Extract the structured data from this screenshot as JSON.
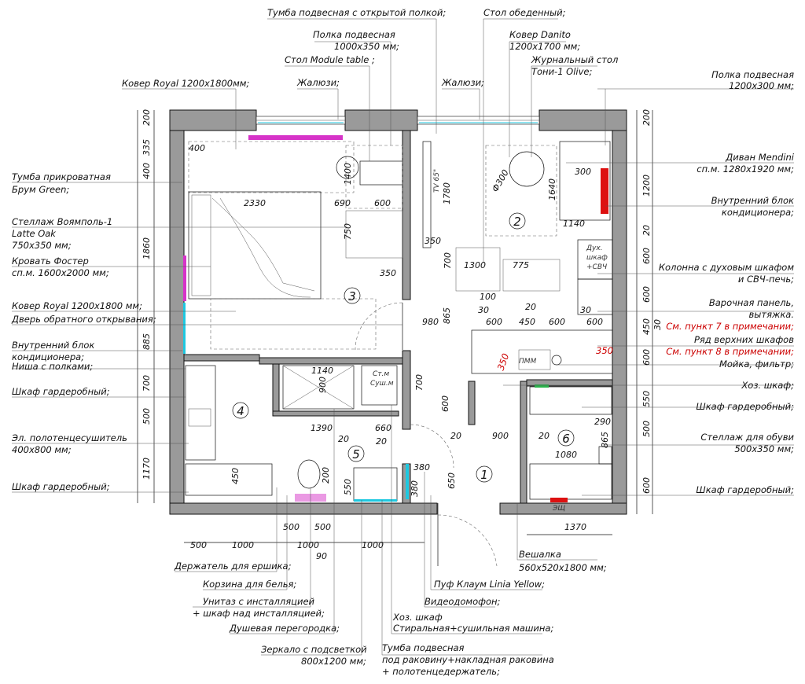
{
  "labels_left": [
    {
      "id": "lbl-kover-royal-top",
      "text": "Ковер Royal 1200x1800мм;"
    },
    {
      "id": "lbl-tumba-prikrovatnaya",
      "text": "Тумба прикроватная"
    },
    {
      "id": "lbl-tumba-prikrovatnaya-2",
      "text": "Брум Green;"
    },
    {
      "id": "lbl-stellazh-1",
      "text": "Стеллаж Воямполь-1"
    },
    {
      "id": "lbl-stellazh-2",
      "text": "Latte Oak"
    },
    {
      "id": "lbl-stellazh-3",
      "text": "750x350 мм;"
    },
    {
      "id": "lbl-krovat-1",
      "text": "Кровать Фостер"
    },
    {
      "id": "lbl-krovat-2",
      "text": "сп.м. 1600x2000 мм;"
    },
    {
      "id": "lbl-kover-royal-mid",
      "text": "Ковер Royal 1200x1800 мм;"
    },
    {
      "id": "lbl-dver",
      "text": "Дверь обратного открывания;"
    },
    {
      "id": "lbl-vnutr-blok-1",
      "text": "Внутренний блок"
    },
    {
      "id": "lbl-vnutr-blok-2",
      "text": "кондиционера;"
    },
    {
      "id": "lbl-nisha",
      "text": "Ниша с полками;"
    },
    {
      "id": "lbl-shkaf-gard-1",
      "text": "Шкаф гардеробный;"
    },
    {
      "id": "lbl-polotenc-1",
      "text": "Эл. полотенцесушитель"
    },
    {
      "id": "lbl-polotenc-2",
      "text": "400x800 мм;"
    },
    {
      "id": "lbl-shkaf-gard-2",
      "text": "Шкаф гардеробный;"
    }
  ],
  "labels_top": [
    {
      "id": "lbl-tumba-podvesnaya-otkr",
      "text": "Тумба подвесная с открытой полкой;"
    },
    {
      "id": "lbl-polka-podvesnaya-1",
      "text": "Полка подвесная"
    },
    {
      "id": "lbl-polka-podvesnaya-1b",
      "text": "1000x350 мм;"
    },
    {
      "id": "lbl-stol-module",
      "text": "Стол Module table ;"
    },
    {
      "id": "lbl-zhaluzi-1",
      "text": "Жалюзи;"
    },
    {
      "id": "lbl-zhaluzi-2",
      "text": "Жалюзи;"
    },
    {
      "id": "lbl-stol-obedenny",
      "text": "Стол обеденный;"
    },
    {
      "id": "lbl-kover-danito",
      "text": "Ковер Danito"
    },
    {
      "id": "lbl-kover-danito-2",
      "text": "1200x1700 мм;"
    },
    {
      "id": "lbl-zhurnalny-1",
      "text": "Журнальный стол"
    },
    {
      "id": "lbl-zhurnalny-2",
      "text": "Тони-1 Olive;"
    }
  ],
  "labels_right": [
    {
      "id": "lbl-polka-podv-r1",
      "text": "Полка подвесная"
    },
    {
      "id": "lbl-polka-podv-r2",
      "text": "1200x300 мм;"
    },
    {
      "id": "lbl-divan-1",
      "text": "Диван Mendini"
    },
    {
      "id": "lbl-divan-2",
      "text": "сп.м. 1280x1920 мм;"
    },
    {
      "id": "lbl-vnutr-r1",
      "text": "Внутренний блок"
    },
    {
      "id": "lbl-vnutr-r2",
      "text": "кондиционера;"
    },
    {
      "id": "lbl-kolonna-1",
      "text": "Колонна с духовым шкафом"
    },
    {
      "id": "lbl-kolonna-2",
      "text": "и СВЧ-печь;"
    },
    {
      "id": "lbl-varochnaya-1",
      "text": "Варочная панель,"
    },
    {
      "id": "lbl-varochnaya-2",
      "text": "вытяжка."
    },
    {
      "id": "lbl-primech-7",
      "text": "См. пункт 7 в примечании;",
      "red": true
    },
    {
      "id": "lbl-ryad-verhnih",
      "text": "Ряд верхних шкафов"
    },
    {
      "id": "lbl-primech-8",
      "text": "См. пункт 8 в примечании;",
      "red": true
    },
    {
      "id": "lbl-moyka",
      "text": "Мойка, фильтр;"
    },
    {
      "id": "lbl-hoz-shkaf-r",
      "text": "Хоз. шкаф;"
    },
    {
      "id": "lbl-shkaf-gard-r1",
      "text": "Шкаф гардеробный;"
    },
    {
      "id": "lbl-stellazh-obuv-1",
      "text": "Стеллаж для обуви"
    },
    {
      "id": "lbl-stellazh-obuv-2",
      "text": "500x350 мм;"
    },
    {
      "id": "lbl-shkaf-gard-r2",
      "text": "Шкаф гардеробный;"
    }
  ],
  "labels_bottom": [
    {
      "id": "lbl-derzhatel",
      "text": "Держатель для ершика;"
    },
    {
      "id": "lbl-korzina",
      "text": "Корзина для белья;"
    },
    {
      "id": "lbl-unitaz-1",
      "text": "Унитаз с инсталляцией"
    },
    {
      "id": "lbl-unitaz-2",
      "text": "+ шкаф над инсталляцией;"
    },
    {
      "id": "lbl-dushevaya",
      "text": "Душевая перегородка;"
    },
    {
      "id": "lbl-zerkalo-1",
      "text": "Зеркало с подсветкой"
    },
    {
      "id": "lbl-zerkalo-2",
      "text": "800x1200 мм;"
    },
    {
      "id": "lbl-veshalka-1",
      "text": "Вешалка"
    },
    {
      "id": "lbl-veshalka-2",
      "text": "560x520x1800 мм;"
    },
    {
      "id": "lbl-puf",
      "text": "Пуф Клаум Linia Yellow;"
    },
    {
      "id": "lbl-videodomofon",
      "text": "Видеодомофон;"
    },
    {
      "id": "lbl-hoz-shkaf-b1",
      "text": "Хоз. шкаф"
    },
    {
      "id": "lbl-hoz-shkaf-b2",
      "text": "Стиральная+сушильная машина;"
    },
    {
      "id": "lbl-tumba-podv-b1",
      "text": "Тумба подвесная"
    },
    {
      "id": "lbl-tumba-podv-b2",
      "text": "под раковину+накладная раковина"
    },
    {
      "id": "lbl-tumba-podv-b3",
      "text": "+ полотенцедержатель;"
    }
  ],
  "rooms": [
    "1",
    "2",
    "3",
    "4",
    "5",
    "6"
  ],
  "inner_texts": {
    "tv": "TV 65\"",
    "dyh_1": "Дух.",
    "dyh_2": "шкаф",
    "dyh_3": "+СВЧ",
    "stm_1": "Ст.м",
    "stm_2": "Суш.м",
    "mmm": "ПММ",
    "shch": "ЭЩ"
  },
  "dims_left": [
    "200",
    "335",
    "400",
    "1860",
    "885",
    "700",
    "500",
    "1170"
  ],
  "dims_right": [
    "200",
    "1200",
    "20",
    "600",
    "600",
    "450",
    "30",
    "600",
    "550",
    "500",
    "600"
  ],
  "dims_bottom": [
    "500",
    "1000",
    "500",
    "500",
    "1000",
    "90",
    "1000",
    "1370"
  ],
  "dims_inner": [
    "400",
    "2330",
    "690",
    "600",
    "1400",
    "750",
    "350",
    "1780",
    "350",
    "700",
    "1300",
    "775",
    "1640",
    "1140",
    "300",
    "Ф300",
    "100",
    "20",
    "30",
    "600",
    "450",
    "600",
    "30",
    "600",
    "980",
    "865",
    "350",
    "350",
    "1140",
    "900",
    "1390",
    "660",
    "20",
    "20",
    "700",
    "600",
    "20",
    "900",
    "20",
    "290",
    "1080",
    "865",
    "450",
    "200",
    "550",
    "380",
    "380",
    "650"
  ],
  "colors": {
    "wall": "#9a9a9a",
    "accent_magenta": "#d633c8",
    "accent_cyan": "#1ec8e0",
    "accent_red": "#d11",
    "accent_green": "#2bb24c",
    "note_red": "#cc0000"
  }
}
